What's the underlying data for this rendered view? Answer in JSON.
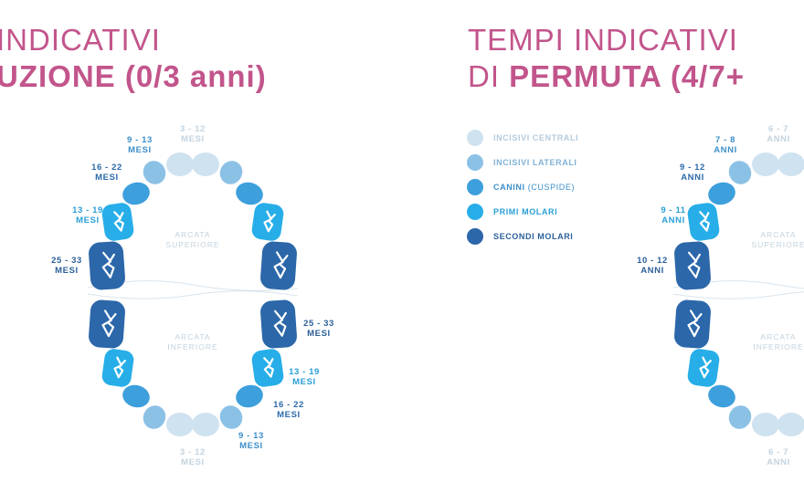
{
  "titles": {
    "left_line1": "INDICATIVI",
    "left_line2": "UZIONE (0/3 anni)",
    "right_line1": "TEMPI INDICATIVI",
    "right_line2_plain": "DI ",
    "right_line2_bold": "PERMUTA (4/7+"
  },
  "colors": {
    "incisivi_centrali": "#cfe2ef",
    "incisivi_laterali": "#8cc1e6",
    "canini": "#3d9fdc",
    "primi_molari": "#27aee8",
    "secondi_molari": "#2b67a9",
    "title": "#c2558b"
  },
  "legend": [
    {
      "label": "INCISIVI CENTRALI",
      "color": "#cfe2ef",
      "text_color": "#b4cbdc"
    },
    {
      "label": "INCISIVI LATERALI",
      "color": "#8cc1e6",
      "text_color": "#7fb2d6"
    },
    {
      "label": "CANINI",
      "suffix": " (CUSPIDE)",
      "color": "#3d9fdc",
      "text_color": "#3d8fc9"
    },
    {
      "label": "PRIMI MOLARI",
      "color": "#27aee8",
      "text_color": "#2a9fd6"
    },
    {
      "label": "SECONDI MOLARI",
      "color": "#2b67a9",
      "text_color": "#2b5f9a"
    }
  ],
  "left_chart": {
    "arch_upper": [
      "ARCATA",
      "SUPERIORE"
    ],
    "arch_lower": [
      "ARCATA",
      "INFERIORE"
    ],
    "labels": {
      "upper_central": [
        "3 - 12",
        "MESI"
      ],
      "upper_lateral": [
        "9 - 13",
        "MESI"
      ],
      "upper_canine": [
        "16 - 22",
        "MESI"
      ],
      "upper_first_molar": [
        "13 - 19",
        "MESI"
      ],
      "upper_second_molar": [
        "25 - 33",
        "MESI"
      ],
      "lower_second_molar": [
        "25 - 33",
        "MESI"
      ],
      "lower_first_molar": [
        "13 - 19",
        "MESI"
      ],
      "lower_canine": [
        "16 - 22",
        "MESI"
      ],
      "lower_lateral": [
        "9 - 13",
        "MESI"
      ],
      "lower_central": [
        "3 - 12",
        "MESI"
      ]
    }
  },
  "right_chart": {
    "arch_upper": [
      "ARCATA",
      "SUPERIORE"
    ],
    "arch_lower": [
      "ARCATA",
      "INFERIORE"
    ],
    "labels": {
      "upper_central": [
        "6 - 7",
        "ANNI"
      ],
      "upper_lateral": [
        "7 - 8",
        "ANNI"
      ],
      "upper_canine": [
        "9 - 12",
        "ANNI"
      ],
      "upper_first_molar": [
        "9 - 11",
        "ANNI"
      ],
      "upper_second_molar": [
        "10 - 12",
        "ANNI"
      ],
      "lower_central": [
        "6 - 7",
        "ANNI"
      ]
    }
  }
}
